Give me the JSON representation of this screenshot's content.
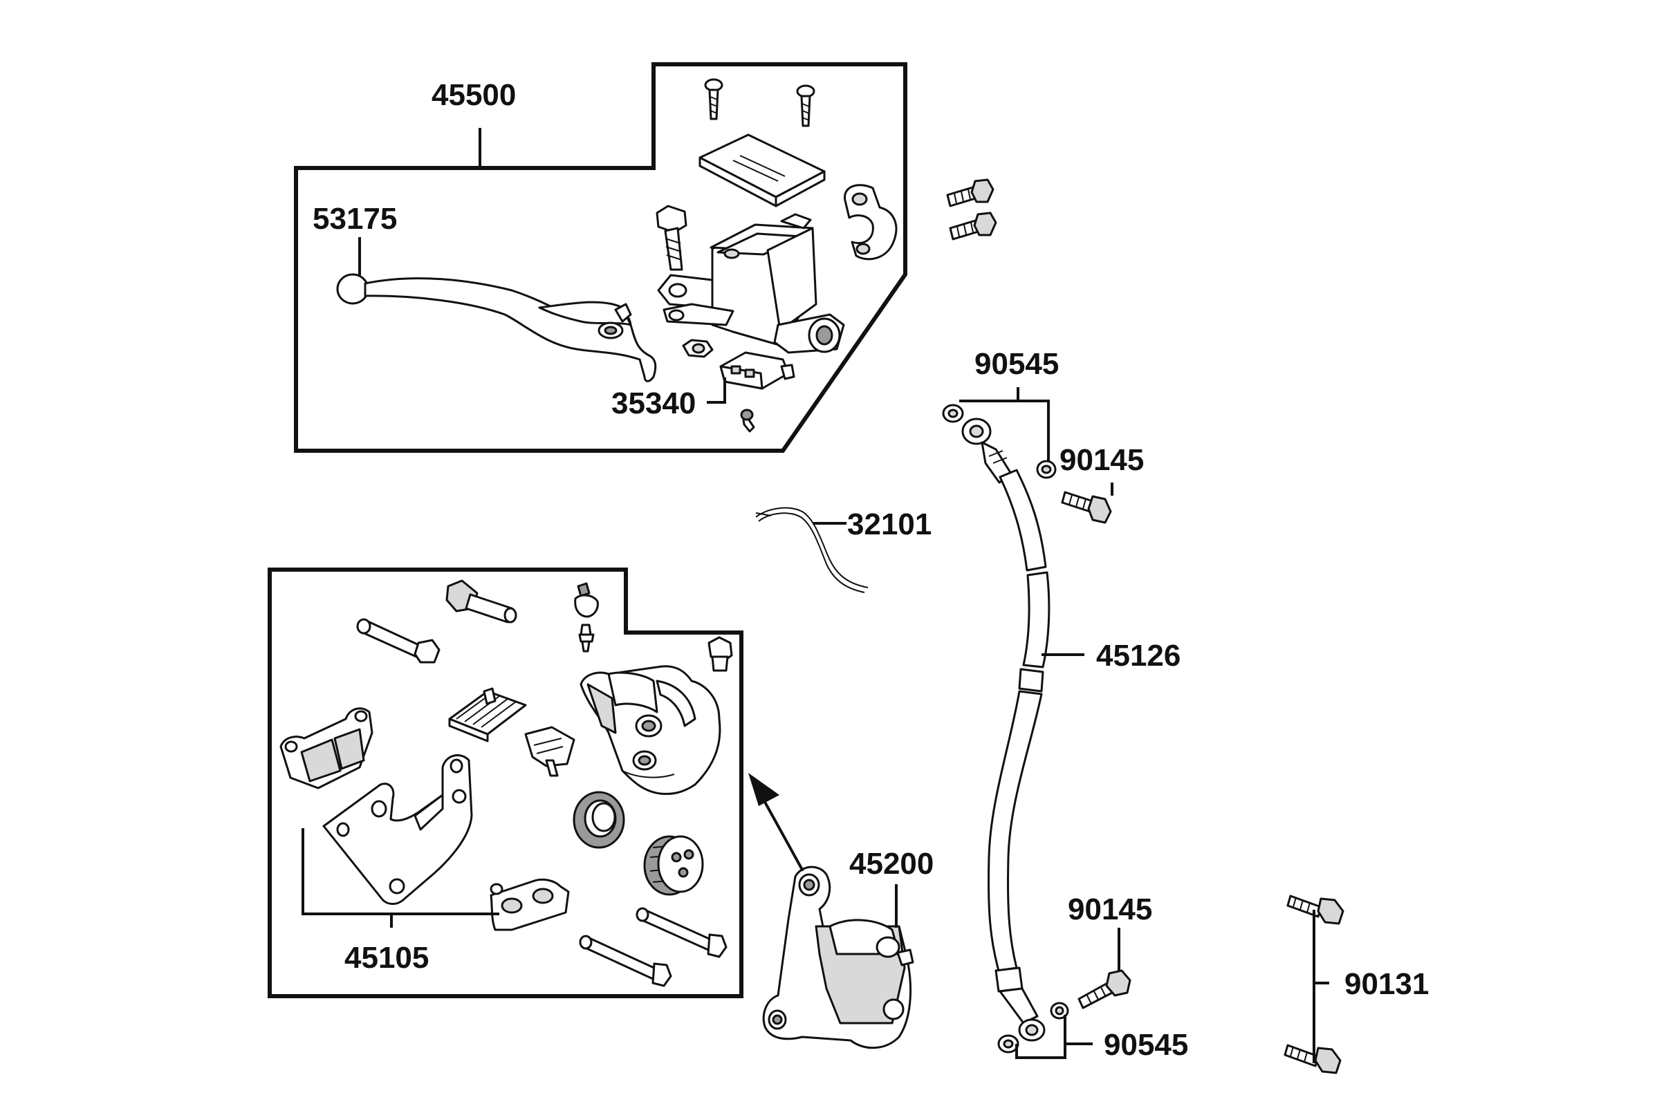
{
  "diagram": {
    "labels": {
      "p45500": "45500",
      "p53175": "53175",
      "p35340": "35340",
      "p90545_top": "90545",
      "p90145_top": "90145",
      "p32101": "32101",
      "p45126": "45126",
      "p45105": "45105",
      "p45200": "45200",
      "p90145_bottom": "90145",
      "p90545_bottom": "90545",
      "p90131": "90131"
    },
    "colors": {
      "ink": "#111111",
      "background": "#ffffff"
    }
  }
}
